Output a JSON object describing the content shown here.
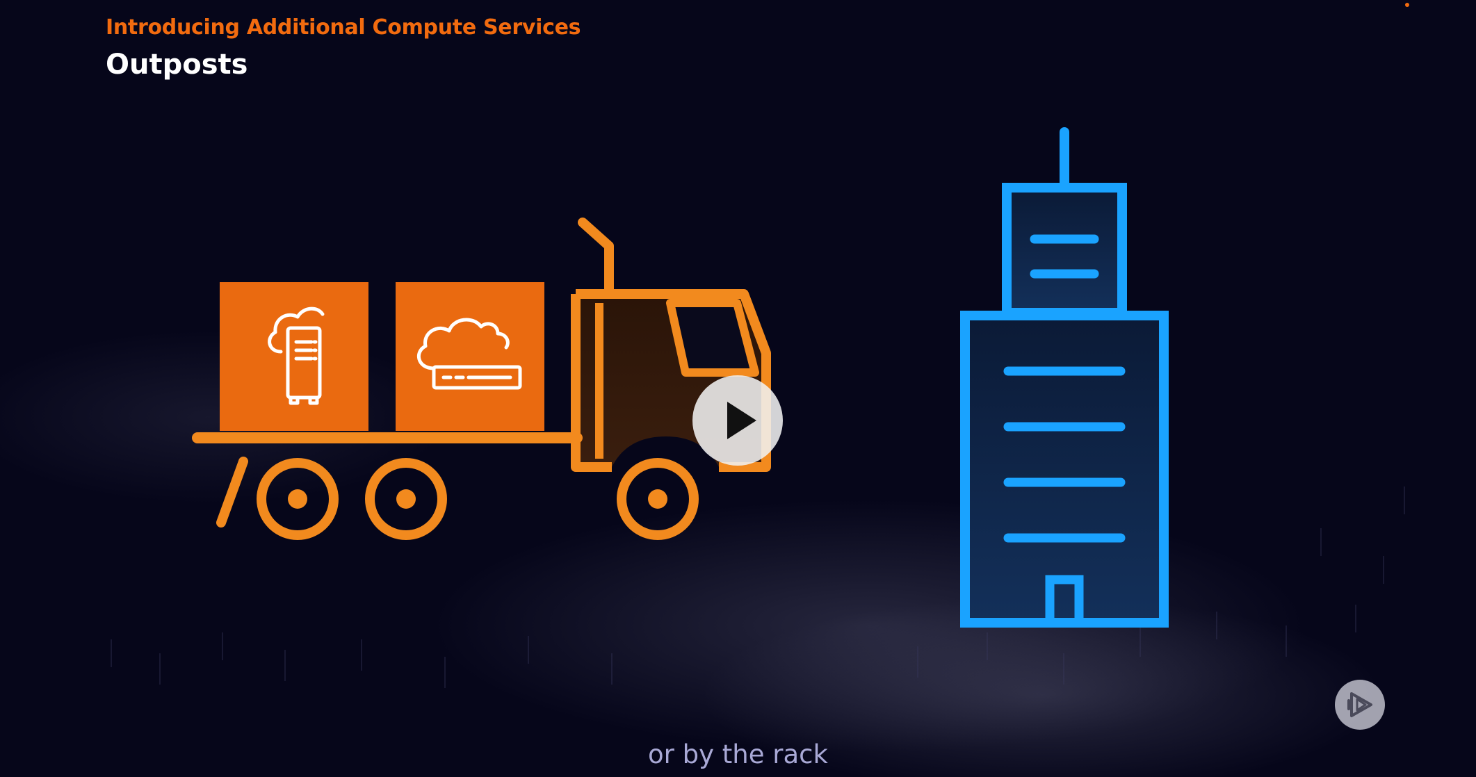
{
  "slide": {
    "eyebrow": "Introducing Additional Compute Services",
    "title": "Outposts"
  },
  "caption": {
    "text": "or by the rack"
  },
  "icons": {
    "truck": "delivery-truck-icon",
    "server_rack": "cloud-server-rack-icon",
    "server_unit": "cloud-server-unit-icon",
    "building": "office-building-icon",
    "play": "play-icon",
    "brand": "pluralsight-play-icon"
  },
  "colors": {
    "accent_orange": "#f26b0f",
    "building_blue": "#1aa3ff",
    "background": "#06061a",
    "caption": "#a9a9d6"
  }
}
